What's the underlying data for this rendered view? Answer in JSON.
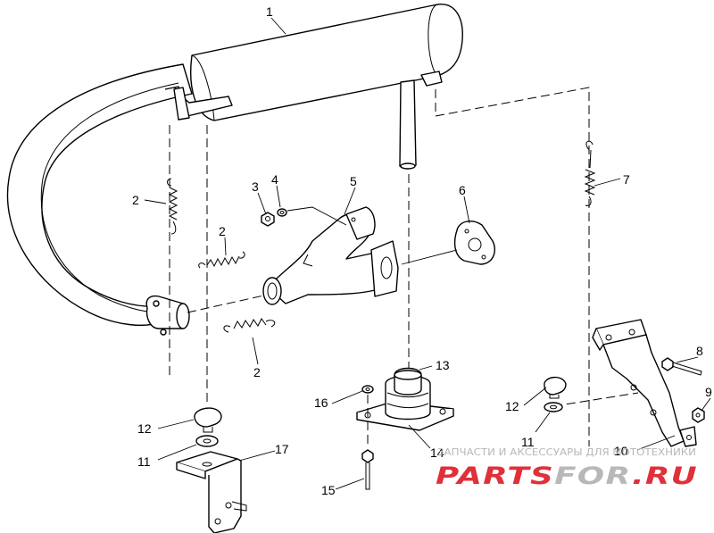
{
  "callouts": {
    "c1": "1",
    "c2a": "2",
    "c2b": "2",
    "c2c": "2",
    "c3": "3",
    "c4": "4",
    "c5": "5",
    "c6": "6",
    "c7": "7",
    "c8": "8",
    "c9": "9",
    "c10": "10",
    "c11a": "11",
    "c11b": "11",
    "c12a": "12",
    "c12b": "12",
    "c13": "13",
    "c14": "14",
    "c15": "15",
    "c16": "16",
    "c17": "17"
  },
  "watermark": {
    "line1": "ЗАПЧАСТИ И АКСЕССУАРЫ ДЛЯ МОТОТЕХНИКИ",
    "brand_part1": "PARTS",
    "brand_part2": "FOR",
    "brand_part3": ".RU",
    "colors": {
      "brand_red": "#e0303a",
      "line_gray": "#b8b8b8"
    }
  }
}
